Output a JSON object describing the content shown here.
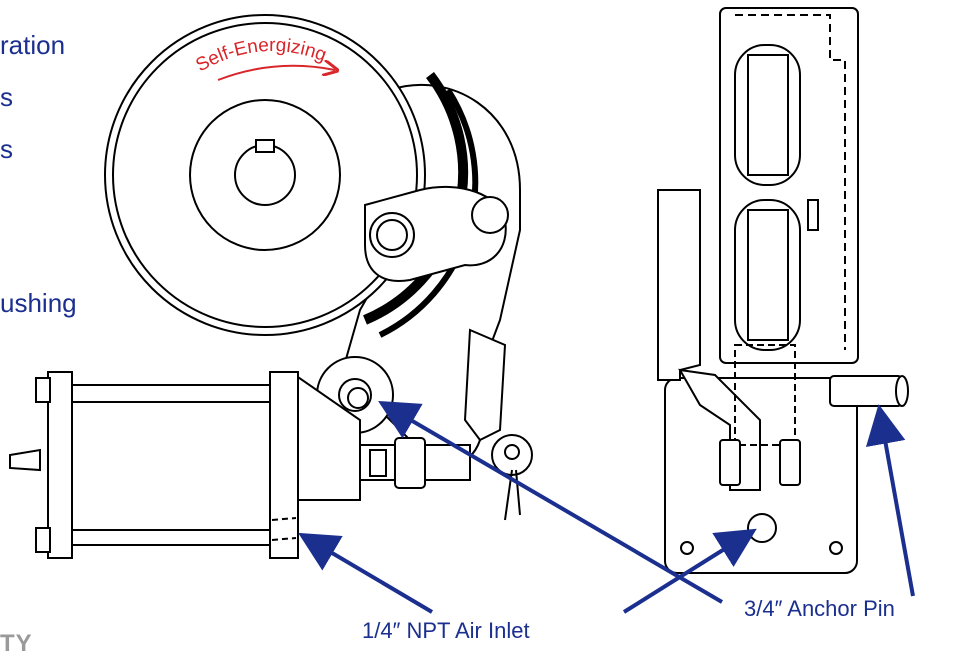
{
  "left_text": [
    "ration",
    "s",
    "s",
    "ushing"
  ],
  "arc_label": "Self-Energizing",
  "labels": {
    "air_inlet": "1/4″ NPT Air Inlet",
    "anchor_pin": "3/4″ Anchor Pin"
  },
  "logo_fragment": "TY",
  "colors": {
    "text_blue": "#1b2f8f",
    "arrow_blue": "#1b2f8f",
    "arc_red": "#d9262b",
    "line": "#000000"
  }
}
